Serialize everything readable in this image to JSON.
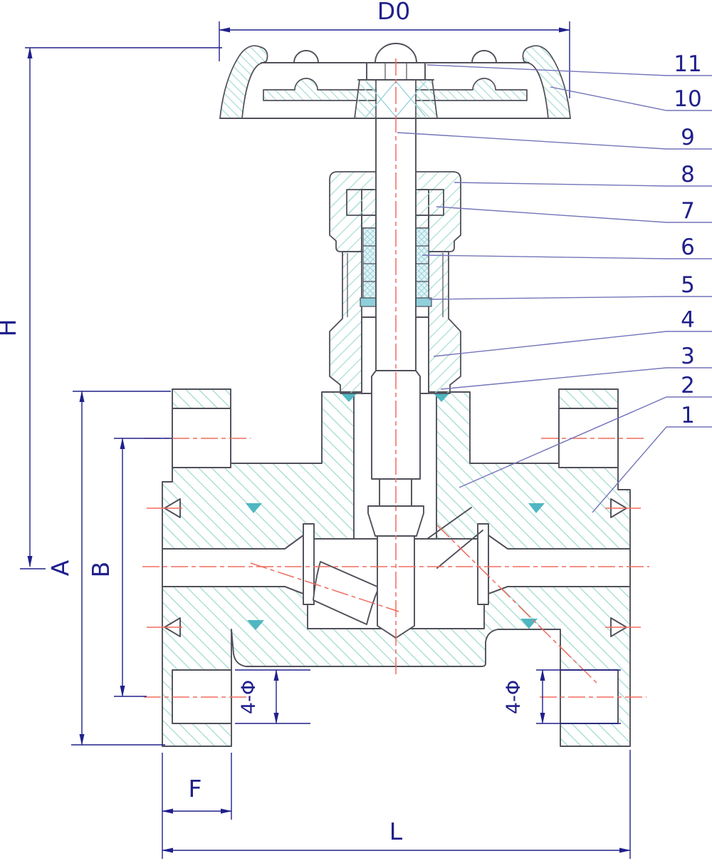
{
  "drawing": {
    "title": "valve-cross-section",
    "labels": {
      "d0": "D0",
      "h": "H",
      "a": "A",
      "b": "B",
      "f": "F",
      "l": "L",
      "bolt_left": "4-Φ",
      "bolt_right": "4-Φ"
    },
    "callouts": [
      "1",
      "2",
      "3",
      "4",
      "5",
      "6",
      "7",
      "8",
      "9",
      "10",
      "11"
    ],
    "colors": {
      "outline": "#50505a",
      "hatch_body": "#9bd8ca",
      "hatch_part": "#a6dcd1",
      "cross_cyan": "#9ed4dc",
      "packing_bg": "#e2f3f6",
      "washer": "#8fd0da",
      "teal_accent": "#4fb6c2",
      "centerline": "#f26b5e",
      "dimension": "#20208c",
      "leader": "#7474ba"
    }
  }
}
